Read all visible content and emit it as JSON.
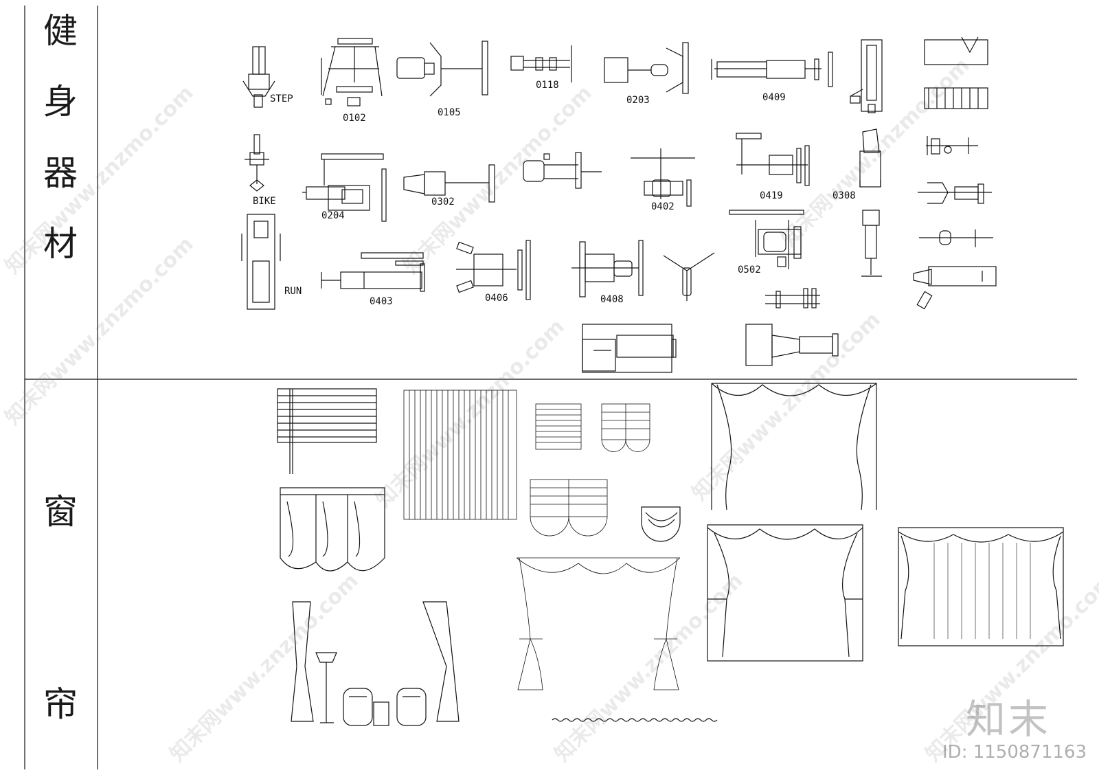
{
  "sections": {
    "fitness": {
      "label_chars": [
        "健",
        "身",
        "器",
        "材"
      ]
    },
    "curtain": {
      "label_chars": [
        "窗",
        "帘"
      ]
    }
  },
  "equipment_labels": {
    "step": "STEP",
    "e0102": "0102",
    "e0105": "0105",
    "e0118": "0118",
    "e0203": "0203",
    "e0409": "0409",
    "bike": "BIKE",
    "e0204": "0204",
    "e0302": "0302",
    "e0402": "0402",
    "e0419": "0419",
    "e0308": "0308",
    "run": "RUN",
    "e0403": "0403",
    "e0406": "0406",
    "e0408": "0408",
    "e0502": "0502"
  },
  "watermark": {
    "text": "知末网www.znzmo.com"
  },
  "brand": {
    "mark": "知末",
    "id": "ID: 1150871163"
  }
}
